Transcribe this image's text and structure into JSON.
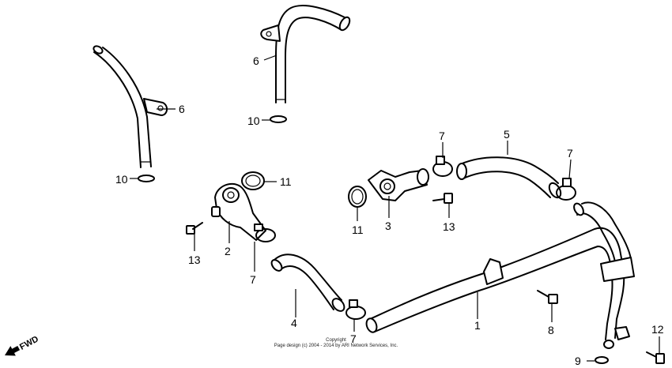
{
  "callouts": {
    "c1": "1",
    "c2": "2",
    "c3": "3",
    "c4": "4",
    "c5": "5",
    "c6a": "6",
    "c6b": "6",
    "c7a": "7",
    "c7b": "7",
    "c7c": "7",
    "c7d": "7",
    "c8": "8",
    "c9": "9",
    "c10a": "10",
    "c10b": "10",
    "c11a": "11",
    "c11b": "11",
    "c12": "12",
    "c13a": "13",
    "c13b": "13"
  },
  "copyright": {
    "line1": "Copyright",
    "line2": "Page design (c) 2004 - 2014 by ARI Network Services, Inc."
  },
  "fwd_label": "FWD"
}
